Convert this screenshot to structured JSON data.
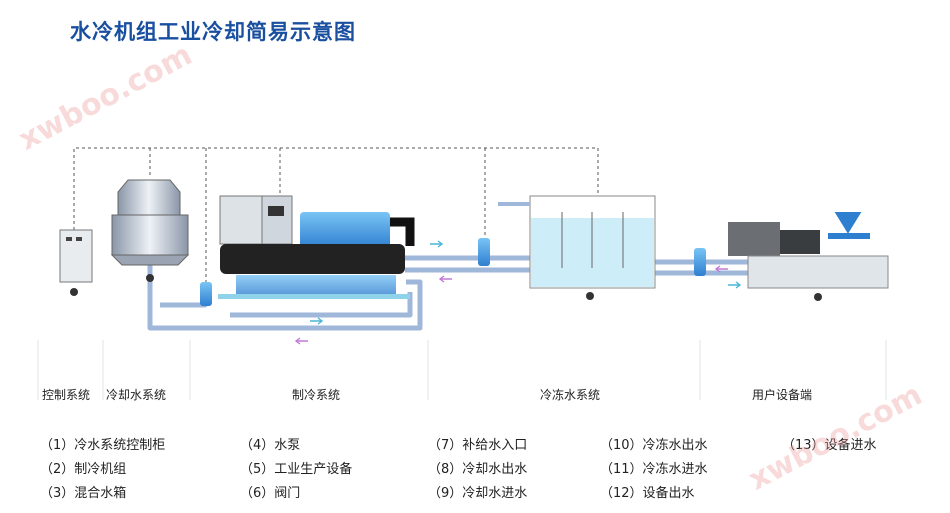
{
  "title": "水冷机组工业冷却简易示意图",
  "watermark": "xwboo.com",
  "sections": [
    {
      "label": "控制系统"
    },
    {
      "label": "冷却水系统"
    },
    {
      "label": "制冷系统"
    },
    {
      "label": "冷冻水系统"
    },
    {
      "label": "用户设备端"
    }
  ],
  "legend": [
    {
      "text": "（1）冷水系统控制柜"
    },
    {
      "text": "（2）制冷机组"
    },
    {
      "text": "（3）混合水箱"
    },
    {
      "text": "（4）水泵"
    },
    {
      "text": "（5）工业生产设备"
    },
    {
      "text": "（6）阀门"
    },
    {
      "text": "（7）补给水入口"
    },
    {
      "text": "（8）冷却水出水"
    },
    {
      "text": "（9）冷却水进水"
    },
    {
      "text": "（10）冷冻水出水"
    },
    {
      "text": "（11）冷冻水进水"
    },
    {
      "text": "（12）设备出水"
    },
    {
      "text": "（13）设备进水"
    }
  ],
  "colors": {
    "pipe": "#9fb7d9",
    "pump": "#2f7fd0",
    "chiller_body": "#222222",
    "compressor": "#4aa3e8",
    "tank_water": "#cdeef8",
    "title": "#1a4fa0"
  }
}
